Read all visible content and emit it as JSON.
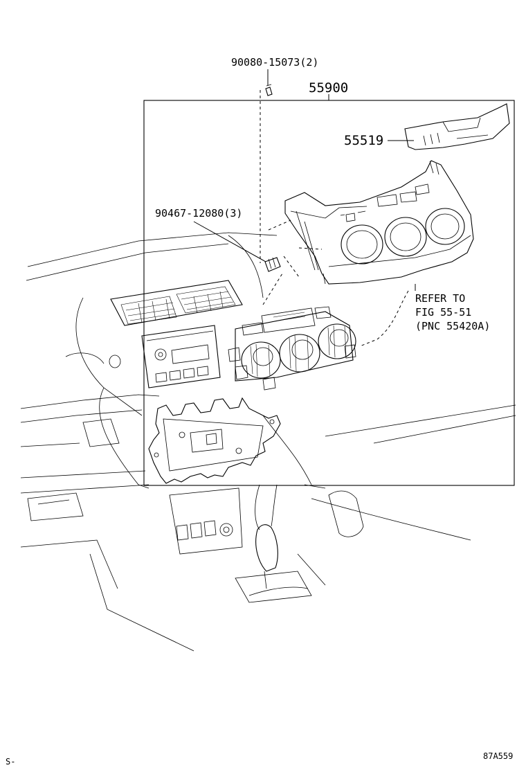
{
  "labels": {
    "screw_part": "90080-15073(2)",
    "assembly_part": "55900",
    "cover_part": "55519",
    "clip_part": "90467-12080(3)",
    "refer_line1": "REFER TO",
    "refer_line2": "FIG 55-51",
    "refer_line3": "(PNC 55420A)"
  },
  "footer": {
    "left_mark": "S-",
    "figure_code": "87A559"
  }
}
